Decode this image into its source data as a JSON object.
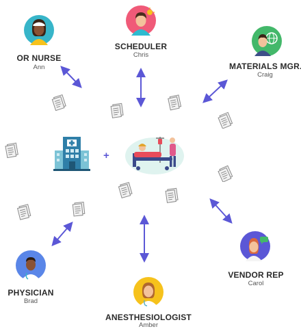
{
  "colors": {
    "arrow": "#5b57d6",
    "doc_stroke": "#8a8a8a",
    "doc_fill": "#f2f2f2",
    "building": "#2f7fa8",
    "building_light": "#7cc3d6",
    "bed_bg": "#dff3ef"
  },
  "center": {
    "operator": "+",
    "hospital_icon": "hospital-building-icon",
    "patient_icon": "patient-bed-icon"
  },
  "roles": {
    "or_nurse": {
      "title": "OR NURSE",
      "name": "Ann",
      "avatar_bg": "#37b5c9",
      "icon": "nurse-avatar-icon"
    },
    "scheduler": {
      "title": "SCHEDULER",
      "name": "Chris",
      "avatar_bg": "#f05a78",
      "icon": "scheduler-avatar-icon"
    },
    "materials": {
      "title": "MATERIALS MGR.",
      "name": "Craig",
      "avatar_bg": "#43b86a",
      "icon": "materials-manager-avatar-icon"
    },
    "vendor": {
      "title": "VENDOR REP",
      "name": "Carol",
      "avatar_bg": "#5b57d6",
      "icon": "vendor-rep-avatar-icon"
    },
    "anesthesiologist": {
      "title": "ANESTHESIOLOGIST",
      "name": "Amber",
      "avatar_bg": "#f6c21c",
      "icon": "anesthesiologist-avatar-icon"
    },
    "physician": {
      "title": "PHYSICIAN",
      "name": "Brad",
      "avatar_bg": "#5a86e8",
      "icon": "physician-avatar-icon"
    }
  }
}
